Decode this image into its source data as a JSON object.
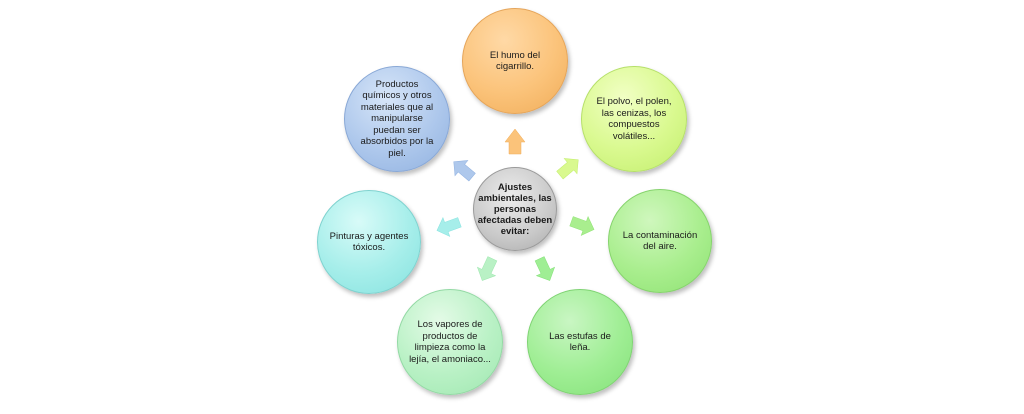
{
  "center": {
    "text": "Ajustes ambientales, las personas afectadas deben evitar:"
  },
  "nodes": [
    {
      "text": "El humo del cigarrillo."
    },
    {
      "text": "El polvo, el polen, las cenizas, los compuestos volátiles..."
    },
    {
      "text": "La contaminación del aire."
    },
    {
      "text": "Las estufas de leña."
    },
    {
      "text": "Los vapores de productos de limpieza como la lejía, el amoniaco..."
    },
    {
      "text": "Pinturas y agentes tóxicos."
    },
    {
      "text": "Productos químicos y otros materiales que al manipularse puedan ser absorbidos por la piel."
    }
  ],
  "colors": {
    "center": "#c9c9c9",
    "node_1": "#fbc37a",
    "node_2": "#d9f98f",
    "node_3": "#a9ee8e",
    "node_4": "#9fee94",
    "node_5": "#b9f1c5",
    "node_6": "#a6eeea",
    "node_7": "#aec8ec"
  }
}
